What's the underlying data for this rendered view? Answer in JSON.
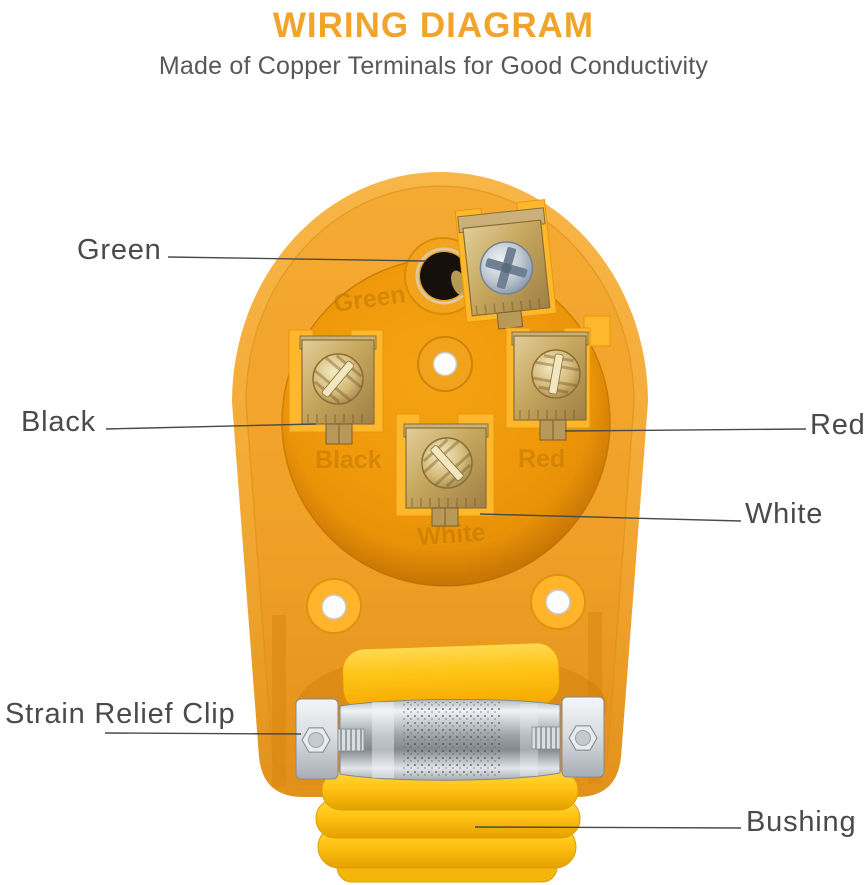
{
  "header": {
    "title": "WIRING DIAGRAM",
    "subtitle": "Made of Copper Terminals for Good Conductivity"
  },
  "callouts": {
    "green": "Green",
    "black": "Black",
    "red": "Red",
    "white": "White",
    "strain_relief": "Strain Relief Clip",
    "bushing": "Bushing"
  },
  "embossed_text": {
    "green": "Green",
    "black": "Black",
    "red": "Red",
    "white": "White"
  },
  "colors": {
    "title_orange": "#F1A42B",
    "subtitle_gray": "#58585A",
    "callout_gray": "#4A4A4A",
    "body_orange": "#F2A42E",
    "recess_orange": "#E8920C",
    "bracket_yellow": "#FFB72C",
    "bushing_yellow": "#FFC312",
    "brass": "#C6A75E",
    "steel": "#C9CED3",
    "wire_hole_black": "#16100C"
  }
}
